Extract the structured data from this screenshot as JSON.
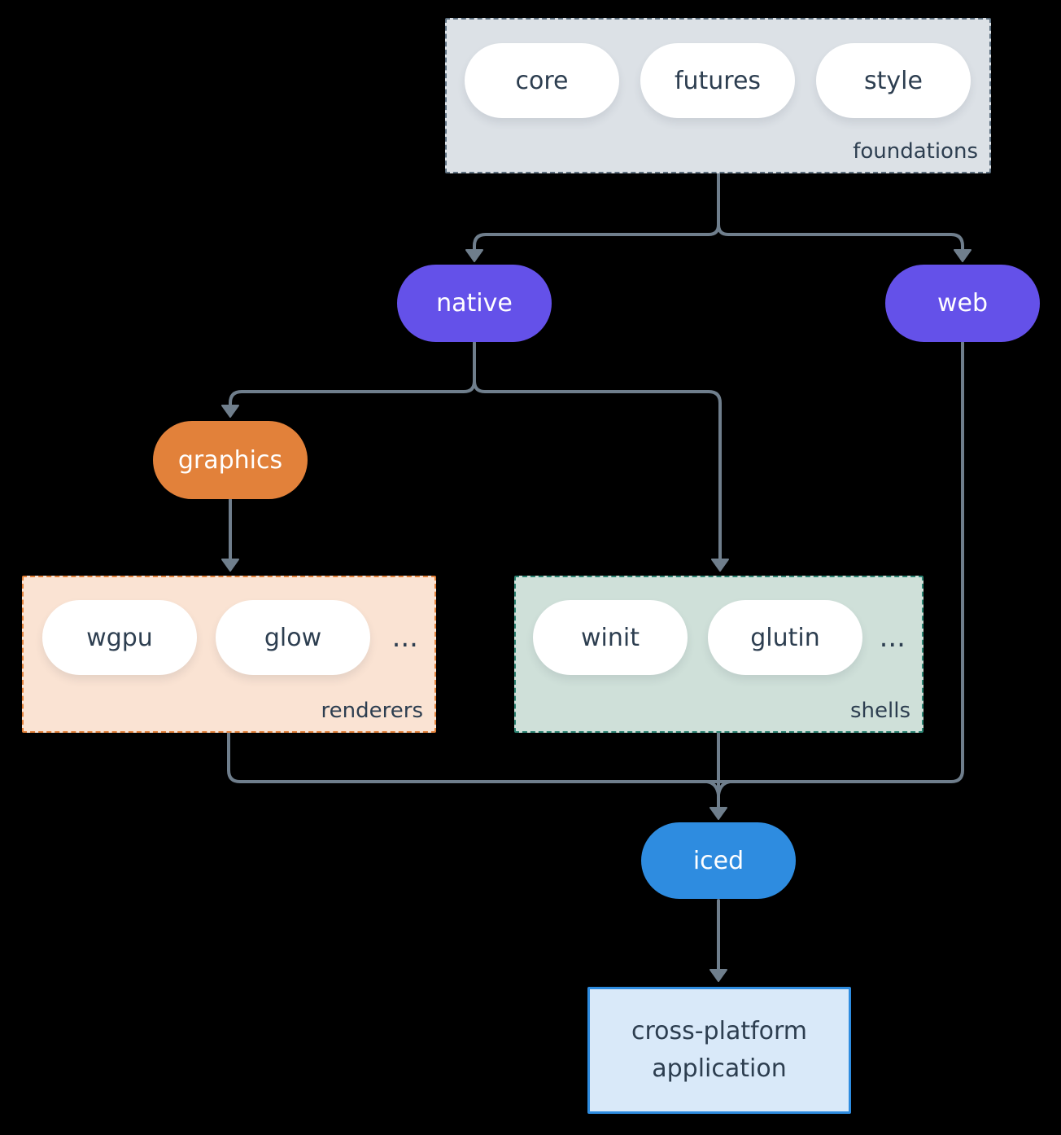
{
  "labels": {
    "core": "core",
    "futures": "futures",
    "style": "style",
    "foundations": "foundations",
    "native": "native",
    "web": "web",
    "graphics": "graphics",
    "wgpu": "wgpu",
    "glow": "glow",
    "renderers_more": "...",
    "renderers": "renderers",
    "winit": "winit",
    "glutin": "glutin",
    "shells_more": "...",
    "shells": "shells",
    "iced": "iced",
    "application": "cross-platform application"
  },
  "colors": {
    "background": "#000000",
    "connector": "#6f7e8c",
    "text_dark": "#2d3e50",
    "purple": "#6451e9",
    "orange": "#e2813a",
    "blue": "#2e8ce0",
    "teal": "#2c8372",
    "foundations_bg": "#dce1e6",
    "foundations_border": "#5d6f7f",
    "renderers_bg": "#fae3d3",
    "shells_bg": "#cfe0d9",
    "app_bg": "#d9e9f9",
    "pill_white": "#ffffff"
  }
}
